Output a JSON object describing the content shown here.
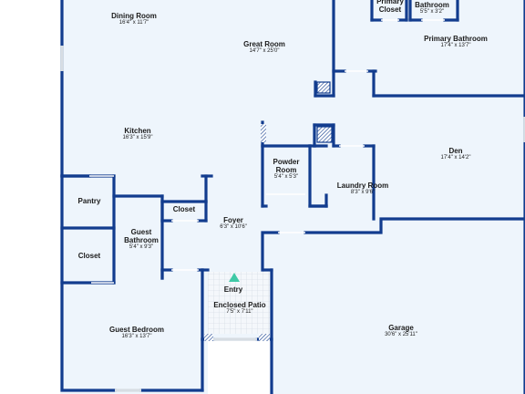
{
  "colors": {
    "wall": "#123c8e",
    "floor": "#eef5fc",
    "outside": "#ffffff",
    "window": "#d7dde3",
    "entry_marker": "#3fc9a6",
    "stair_hatch": "#123c8e"
  },
  "rooms": [
    {
      "name": "Dining Room",
      "dims": "16'4\" x 11'7\""
    },
    {
      "name": "Great Room",
      "dims": "14'7\" x 25'0\""
    },
    {
      "name": "Primary Closet",
      "dims": ""
    },
    {
      "name": "Bathroom",
      "dims": "5'5\" x 3'2\""
    },
    {
      "name": "Primary Bathroom",
      "dims": "17'4\" x 13'7\""
    },
    {
      "name": "Kitchen",
      "dims": "16'3\" x 15'9\""
    },
    {
      "name": "Den",
      "dims": "17'4\" x 14'2\""
    },
    {
      "name": "Powder Room",
      "dims": "5'4\" x 5'3\""
    },
    {
      "name": "Laundry Room",
      "dims": "8'3\" x 9'6\""
    },
    {
      "name": "Pantry",
      "dims": ""
    },
    {
      "name": "Closet",
      "dims": ""
    },
    {
      "name": "Guest Bathroom",
      "dims": "5'4\" x 9'3\""
    },
    {
      "name": "Foyer",
      "dims": "6'3\" x 10'6\""
    },
    {
      "name": "Closet",
      "dims": ""
    },
    {
      "name": "Entry",
      "dims": ""
    },
    {
      "name": "Enclosed Patio",
      "dims": "7'5\" x 7'11\""
    },
    {
      "name": "Guest Bedroom",
      "dims": "16'3\" x 13'7\""
    },
    {
      "name": "Garage",
      "dims": "30'6\" x 25'11\""
    }
  ]
}
